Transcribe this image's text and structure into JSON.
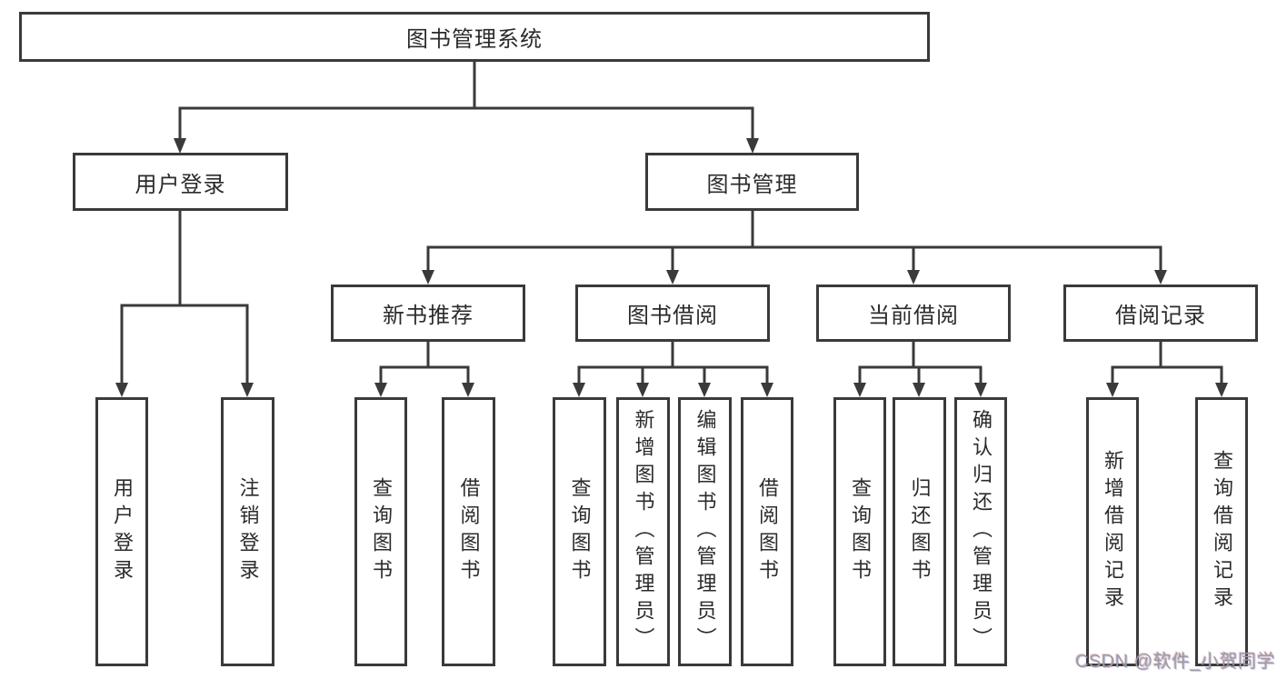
{
  "tree": {
    "label": "图书管理系统",
    "children": [
      {
        "label": "用户登录",
        "children": [
          {
            "label": "用户登录"
          },
          {
            "label": "注销登录"
          }
        ]
      },
      {
        "label": "图书管理",
        "children": [
          {
            "label": "新书推荐",
            "children": [
              {
                "label": "查询图书"
              },
              {
                "label": "借阅图书"
              }
            ]
          },
          {
            "label": "图书借阅",
            "children": [
              {
                "label": "查询图书"
              },
              {
                "label": "新增图书（管理员）"
              },
              {
                "label": "编辑图书（管理员）"
              },
              {
                "label": "借阅图书"
              }
            ]
          },
          {
            "label": "当前借阅",
            "children": [
              {
                "label": "查询图书"
              },
              {
                "label": "归还图书"
              },
              {
                "label": "确认归还（管理员）"
              }
            ]
          },
          {
            "label": "借阅记录",
            "children": [
              {
                "label": "新增借阅记录"
              },
              {
                "label": "查询借阅记录"
              }
            ]
          }
        ]
      }
    ]
  },
  "watermark": {
    "text": "CSDN @软件_小贺同学"
  },
  "colors": {
    "line": "#3a3a3a",
    "border": "#3a3a3a",
    "text": "#2b2b2b",
    "watermark": "#9b9ba3"
  }
}
